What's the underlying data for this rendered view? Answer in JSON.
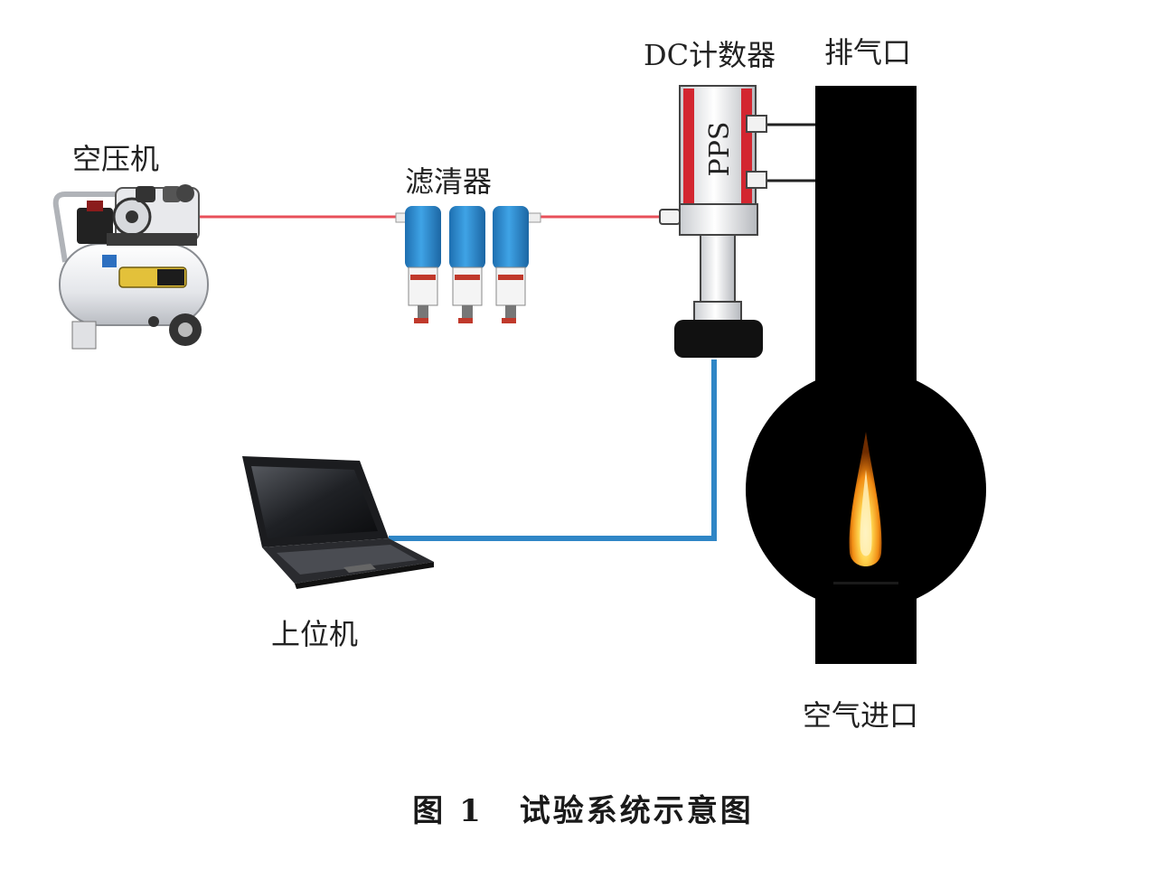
{
  "labels": {
    "compressor": "空压机",
    "filter": "滤清器",
    "dc_counter": "DC计数器",
    "exhaust": "排气口",
    "host_computer": "上位机",
    "air_inlet": "空气进口",
    "sensor_text": "PPS"
  },
  "caption": {
    "figure_no": "图 1",
    "title": "试验系统示意图"
  },
  "colors": {
    "air_line": "#e8505a",
    "signal_cable": "#2f86c6",
    "sensor_red": "#d32630",
    "chimney": "#000000",
    "filter_blue": "#2f8fd0"
  },
  "icons": {
    "compressor": "air-compressor-icon",
    "filter": "filter-cartridges-icon",
    "sensor": "pps-sensor-icon",
    "laptop": "laptop-icon",
    "flame": "flame-icon"
  }
}
